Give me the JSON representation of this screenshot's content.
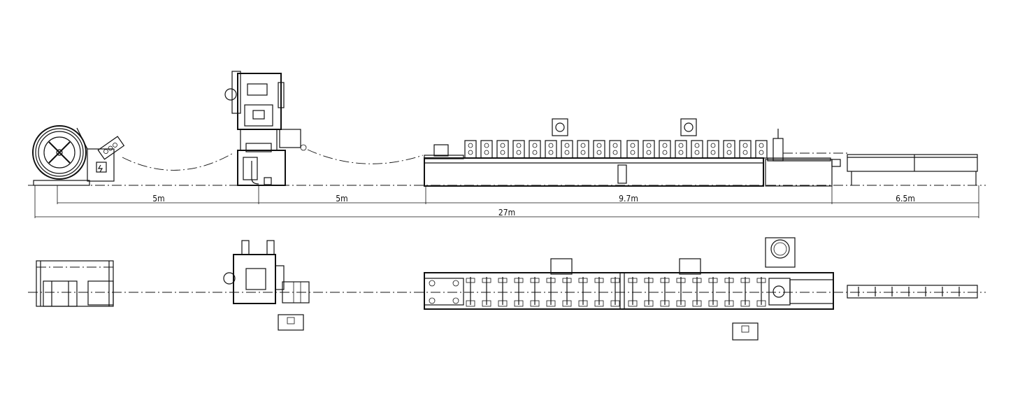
{
  "dimensions": {
    "segment_1": "5m",
    "segment_2": "5m",
    "segment_3": "9.7m",
    "segment_4": "6.5m",
    "total": "27m"
  }
}
